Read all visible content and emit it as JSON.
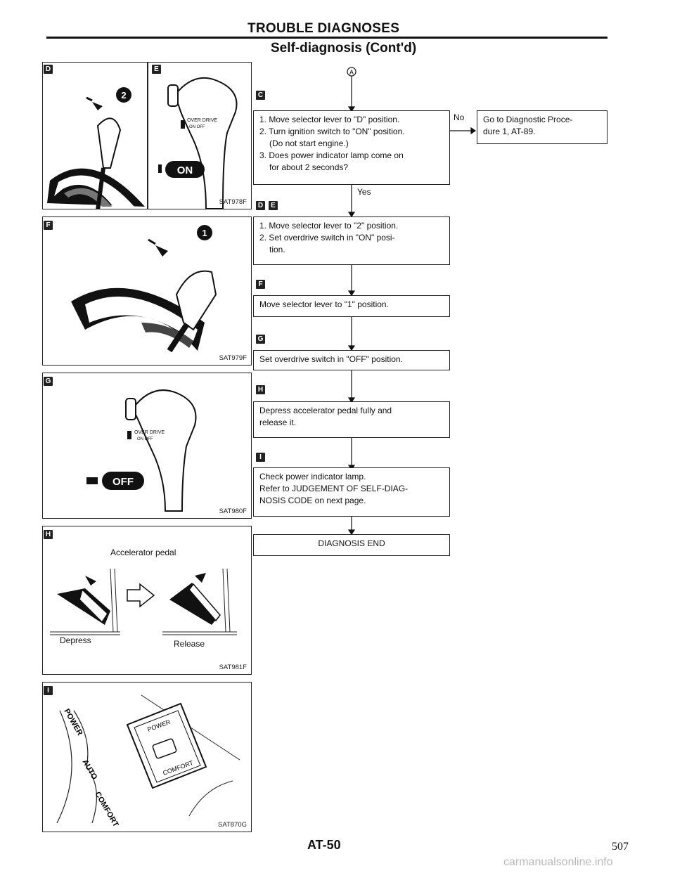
{
  "header": {
    "title": "TROUBLE DIAGNOSES",
    "subtitle": "Self-diagnosis (Cont'd)"
  },
  "figures": [
    {
      "key": "D",
      "code": ""
    },
    {
      "key": "E",
      "code": "SAT978F",
      "lever_text_1": "OVER DRIVE",
      "lever_text_2": "ON  OFF",
      "badge": "ON",
      "step_num": "2"
    },
    {
      "key": "F",
      "code": "SAT979F",
      "step_num": "1"
    },
    {
      "key": "G",
      "code": "SAT980F",
      "lever_text_1": "OVER DRIVE",
      "lever_text_2": "ON  OFF",
      "badge": "OFF"
    },
    {
      "key": "H",
      "code": "SAT981F",
      "title": "Accelerator pedal",
      "left": "Depress",
      "right": "Release"
    },
    {
      "key": "I",
      "code": "SAT870G",
      "labels": [
        "POWER",
        "AUTO",
        "COMFORT"
      ],
      "panel_power": "POWER",
      "panel_comfort": "COMFORT"
    }
  ],
  "flow": {
    "start": "A",
    "step_c": {
      "key": "C",
      "lines": [
        "1. Move selector lever to \"D\" position.",
        "2. Turn ignition switch to \"ON\" position.",
        "(Do not start engine.)",
        "3. Does power indicator lamp come on",
        "for about 2 seconds?"
      ],
      "no_label": "No",
      "no_box": [
        "Go to Diagnostic Proce-",
        "dure 1, AT-89."
      ],
      "yes_label": "Yes"
    },
    "step_de": {
      "keys": [
        "D",
        "E"
      ],
      "lines": [
        "1. Move selector lever to \"2\" position.",
        "2. Set overdrive switch in \"ON\" posi-",
        "tion."
      ]
    },
    "step_f": {
      "key": "F",
      "text": "Move selector lever to \"1\" position."
    },
    "step_g": {
      "key": "G",
      "text": "Set overdrive switch in \"OFF\" position."
    },
    "step_h": {
      "key": "H",
      "lines": [
        "Depress accelerator pedal fully and",
        "release it."
      ]
    },
    "step_i": {
      "key": "I",
      "lines": [
        "Check power indicator lamp.",
        "Refer to JUDGEMENT OF SELF-DIAG-",
        "NOSIS CODE on next page."
      ]
    },
    "end": "DIAGNOSIS END"
  },
  "footer": {
    "page_label": "AT-50",
    "page_number": "507",
    "watermark": "carmanualsonline.info"
  }
}
